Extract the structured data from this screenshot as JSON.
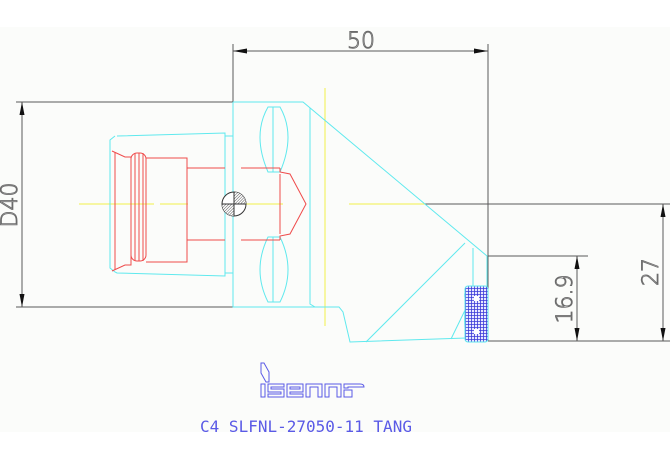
{
  "drawing": {
    "title": "C4 SLFNL-27050-11 TANG",
    "brand_logo": "iscar",
    "colors": {
      "background": "#fbfcfa",
      "dimension": "#5a5a5a",
      "body_outline": "#5fe9ee",
      "internal_red": "#ef4b4b",
      "centerline": "#f2f04a",
      "insert": "#3a3ad8",
      "title": "#5a5ae6"
    },
    "dimensions": {
      "length": "50",
      "diameter": "D40",
      "height_total": "27",
      "height_insert": "16.9"
    }
  }
}
